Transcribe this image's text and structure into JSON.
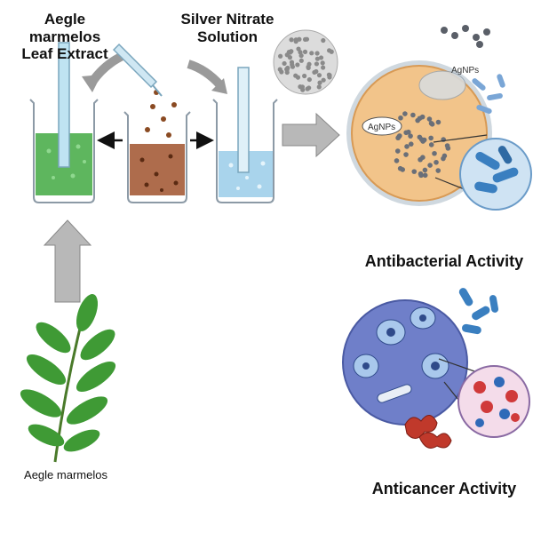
{
  "labels": {
    "leaf_extract": "Aegle marmelos\nLeaf Extract",
    "silver_nitrate": "Silver Nitrate\nSolution",
    "agnps_top": "AgNPs",
    "agnps_cell": "AgNPs",
    "antibacterial": "Antibacterial Activity",
    "anticancer": "Anticancer Activity",
    "plant": "Aegle marmelos"
  },
  "colors": {
    "green_liquid": "#4cae4c",
    "brown_liquid": "#a0522d",
    "blue_liquid": "#a9d4ec",
    "arrow_gray": "#b8b8b8",
    "bacterium_cell": "#f2c48a",
    "bacteria_blue": "#3a7fc0",
    "cancer_cell": "#6f7fc9",
    "red_cells": "#c0392b",
    "leaf_green": "#3f9a35"
  },
  "icons": [
    "arrow-icon",
    "beaker-icon",
    "pipette-icon",
    "leaf-icon",
    "bacterium-icon",
    "cancer-cell-icon"
  ]
}
